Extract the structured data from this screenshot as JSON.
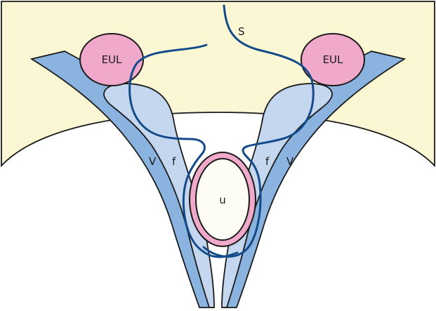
{
  "labels": {
    "s": "S",
    "eul_left": "EUL",
    "eul_right": "EUL",
    "v_left": "V",
    "f_left": "f",
    "f_right": "f",
    "v_right": "V",
    "u": "u"
  },
  "colors": {
    "background_panel": "#fbf6d4",
    "outline": "#1a1a1a",
    "outer_band": "#8ab4df",
    "inner_band": "#c5d7ef",
    "eul_fill": "#f0a8cb",
    "u_ring": "#f0a8cb",
    "u_center": "#fdfcf5",
    "suture_line": "#134a8a"
  }
}
